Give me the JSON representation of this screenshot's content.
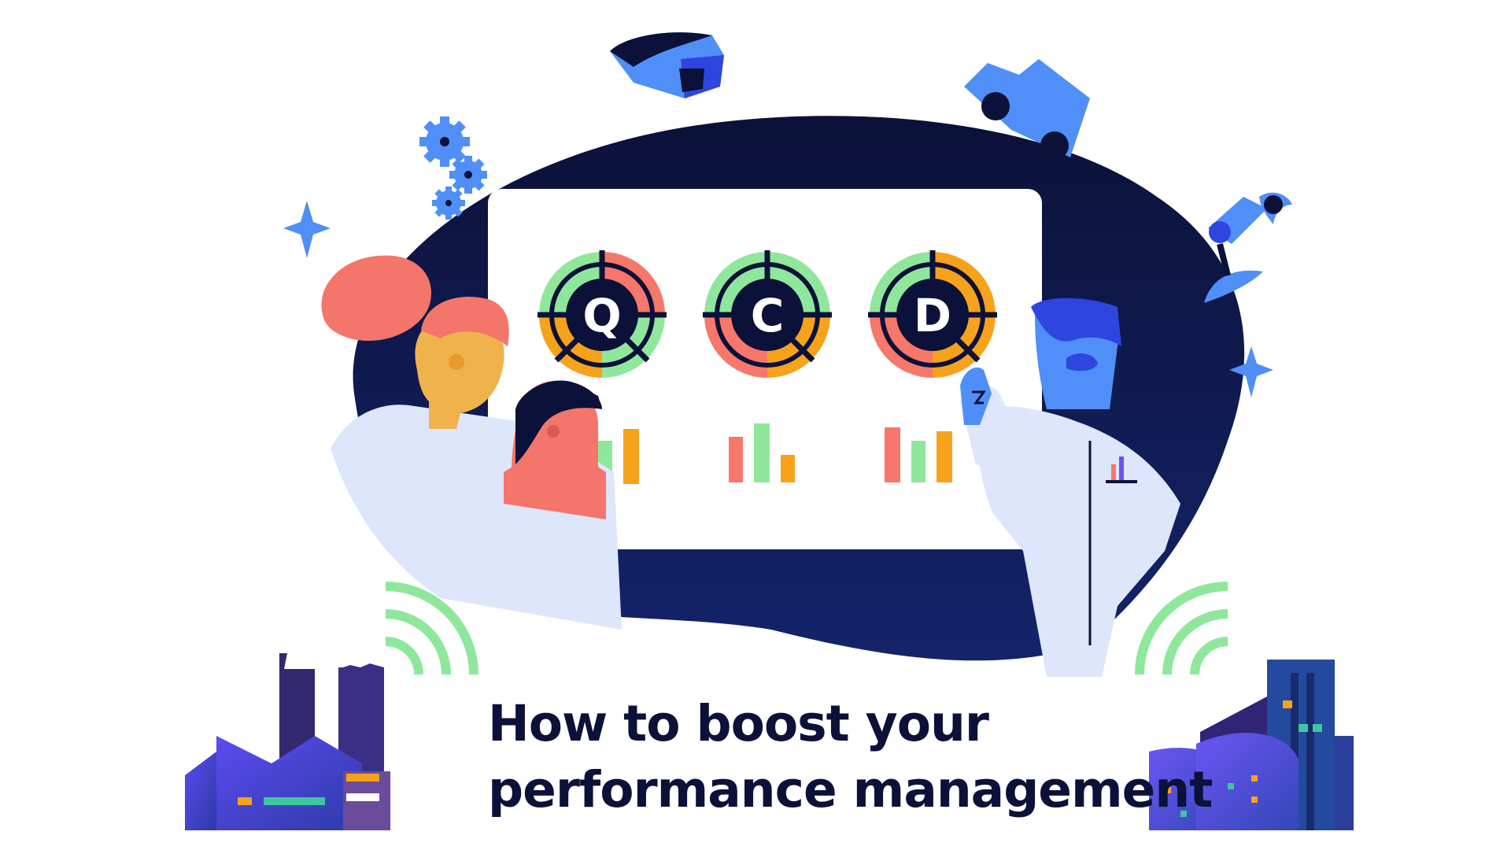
{
  "headline": {
    "line1": "How to boost your",
    "line2": "performance management"
  },
  "gauges": [
    {
      "letter": "Q"
    },
    {
      "letter": "C"
    },
    {
      "letter": "D"
    }
  ],
  "colors": {
    "navy": "#0b1138",
    "blue": "#4f8ff7",
    "green": "#8fe79c",
    "salmon": "#f7776b",
    "orange": "#f7a21b",
    "purple": "#6f52f2",
    "light_blue": "#dde6fb",
    "skin": "#f0b34b"
  },
  "icons": [
    "vr-headset-icon",
    "conveyor-truck-icon",
    "robot-arm-icon",
    "gear-icon",
    "sparkle-icon",
    "wireless-signal-icon",
    "factory-icon",
    "office-building-icon"
  ]
}
